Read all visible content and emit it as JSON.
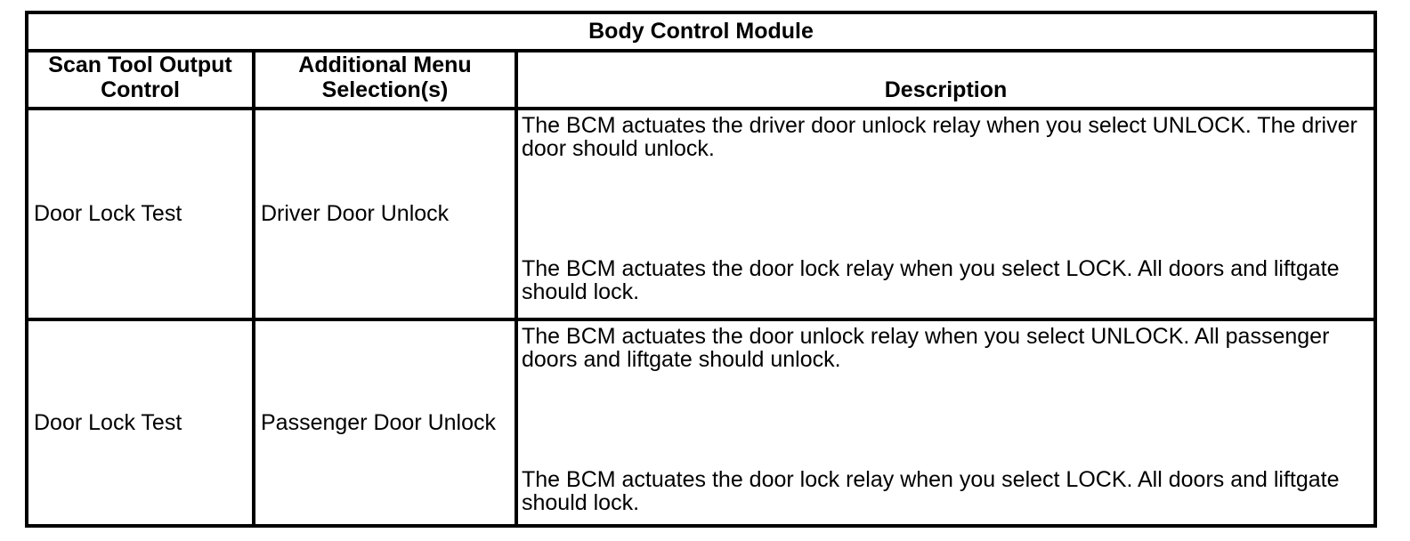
{
  "page": {
    "background_color": "#ffffff",
    "border_color": "#000000",
    "text_color": "#000000"
  },
  "table": {
    "title": "Body Control Module",
    "columns": [
      "Scan Tool Output Control",
      "Additional Menu Selection(s)",
      "Description"
    ],
    "rows": [
      {
        "output_control": "Door Lock Test",
        "menu_selection": "Driver Door Unlock",
        "description_paragraphs": [
          "The BCM actuates the driver door unlock relay when you select UNLOCK. The driver door should unlock.",
          "The BCM actuates the door lock relay when you select LOCK. All doors and liftgate should lock."
        ]
      },
      {
        "output_control": "Door Lock Test",
        "menu_selection": "Passenger Door Unlock",
        "description_paragraphs": [
          "The BCM actuates the door unlock relay when you select UNLOCK. All passenger doors and liftgate should unlock.",
          "The BCM actuates the door lock relay when you select LOCK. All doors and liftgate should lock."
        ]
      }
    ]
  }
}
